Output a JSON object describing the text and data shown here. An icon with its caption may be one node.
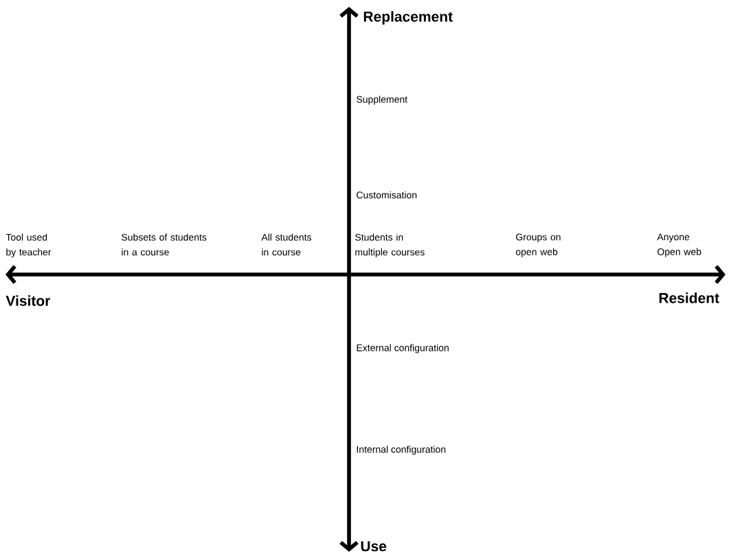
{
  "diagram": {
    "labels": [
      "Replacement",
      "Supplement",
      "Customisation",
      "Tool used by teacher",
      "Subsets of students in a course",
      "All students in course",
      "Students in multiple courses",
      "Groups on open web",
      "Anyone Open web",
      "Visitor",
      "Resident",
      "External configuration",
      "Internal configuration",
      "Use"
    ]
  }
}
